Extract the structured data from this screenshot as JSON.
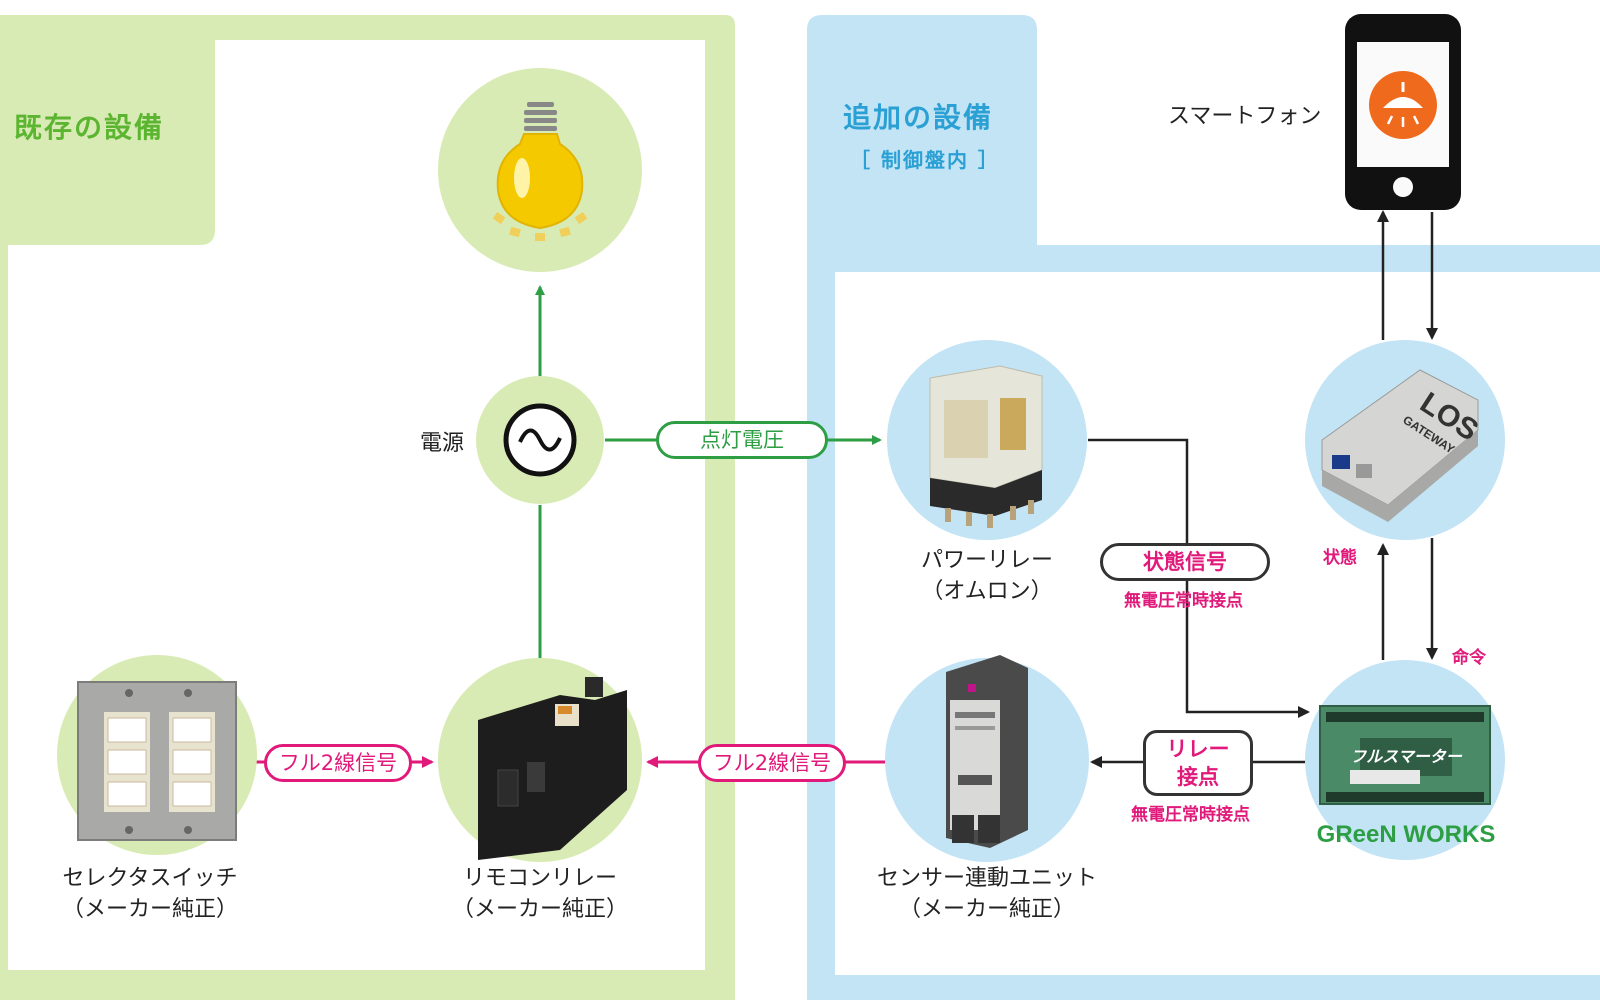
{
  "regions": {
    "existing": {
      "title": "既存の設備",
      "color": "#d9ebb4",
      "title_color": "#5cb531"
    },
    "added": {
      "title": "追加の設備",
      "subtitle": "［ 制御盤内 ］",
      "color": "#c3e4f5",
      "title_color": "#2aa0d4"
    }
  },
  "nodes": {
    "light_bulb": {
      "icon": "light-bulb-icon"
    },
    "power_source": {
      "label": "電源",
      "icon": "ac-source-icon"
    },
    "selector_switch": {
      "label_line1": "セレクタスイッチ",
      "label_line2": "（メーカー純正）"
    },
    "remote_relay": {
      "label_line1": "リモコンリレー",
      "label_line2": "（メーカー純正）"
    },
    "power_relay": {
      "label_line1": "パワーリレー",
      "label_line2": "（オムロン）"
    },
    "sensor_unit": {
      "label_line1": "センサー連動ユニット",
      "label_line2": "（メーカー純正）"
    },
    "smartphone": {
      "label": "スマートフォン",
      "icon": "ceiling-lamp-icon"
    },
    "los_gateway": {
      "text_line1": "LOS",
      "text_line2": "GATEWAY"
    },
    "full_smarter": {
      "text": "フルスマーター",
      "brand": "GReeN WORKS"
    }
  },
  "connections": {
    "lighting_voltage": "点灯電圧",
    "full2_left": "フル2線信号",
    "full2_right": "フル2線信号",
    "status_signal": "状態信号",
    "status_signal_sub": "無電圧常時接点",
    "relay_contact_line1": "リレー",
    "relay_contact_line2": "接点",
    "relay_contact_sub": "無電圧常時接点",
    "status": "状態",
    "command": "命令"
  },
  "colors": {
    "green_line": "#2e9e45",
    "pink_line": "#e0197a",
    "dark_line": "#222222"
  }
}
